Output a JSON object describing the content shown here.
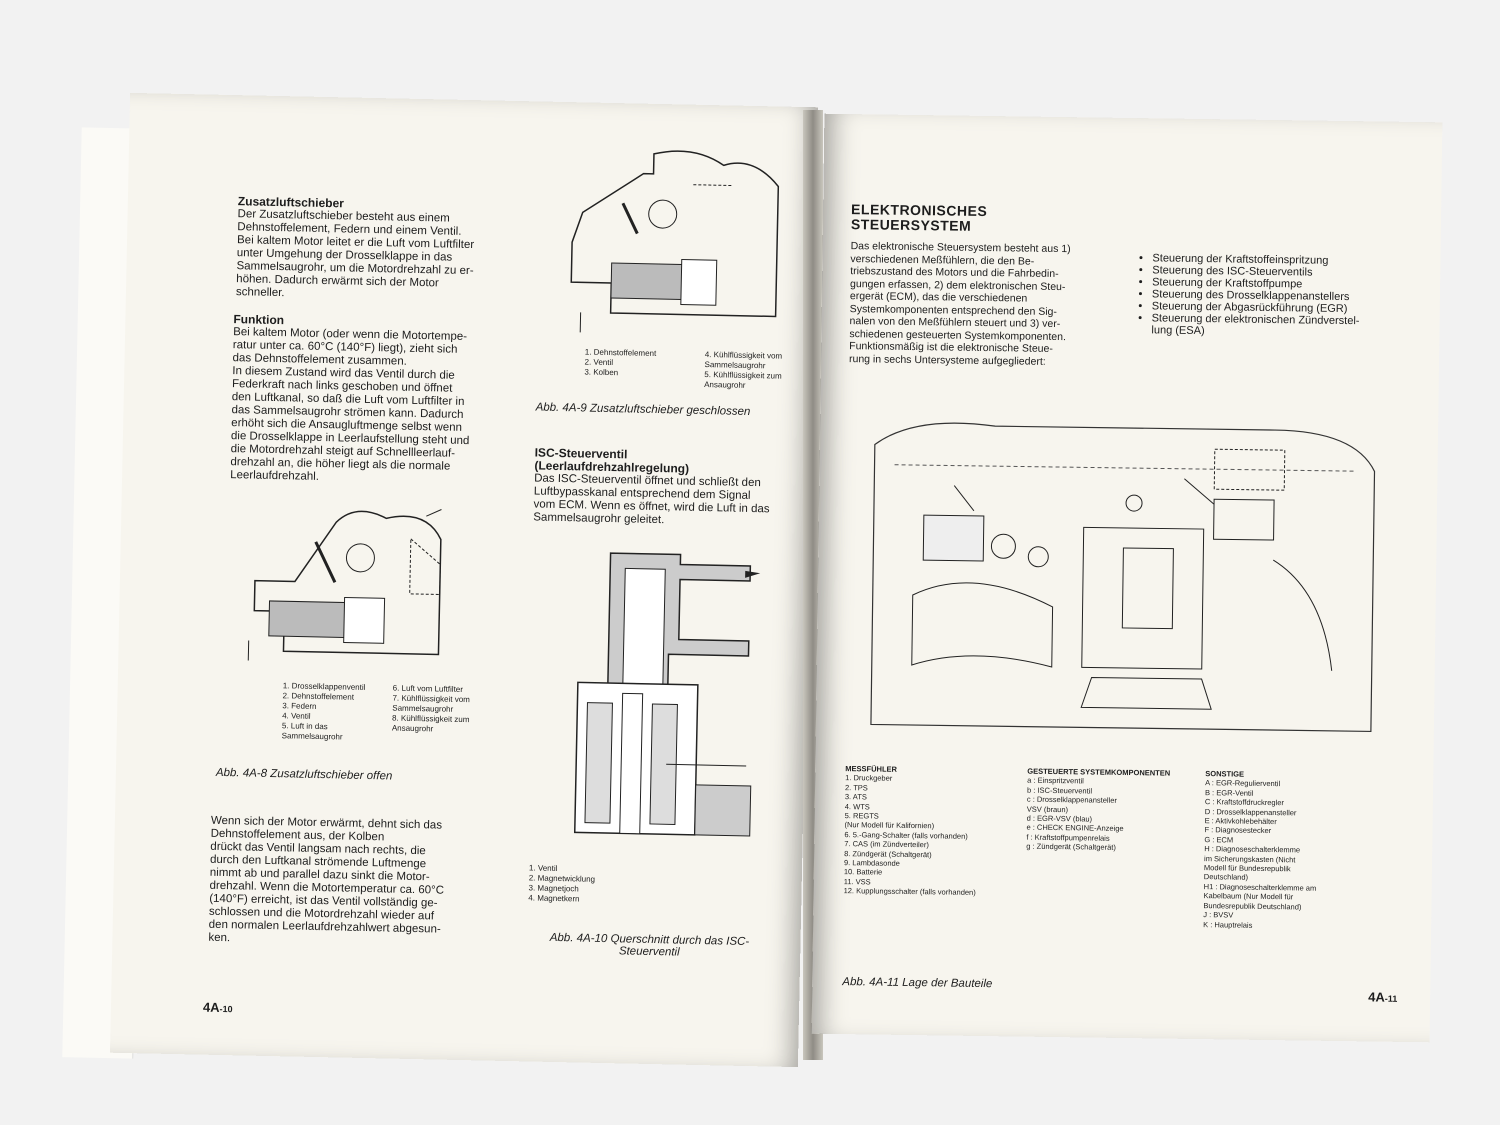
{
  "left_page": {
    "sec1": {
      "heading": "Zusatzluftschieber",
      "lines": [
        "Der Zusatzluftschieber besteht aus einem",
        "Dehnstoffelement, Federn und einem Ventil.",
        "Bei kaltem Motor leitet er die Luft vom Luftfilter",
        "unter Umgehung der Drosselklappe in das",
        "Sammelsaugrohr, um die Motordrehzahl zu er-",
        "höhen. Dadurch erwärmt sich der Motor",
        "schneller."
      ]
    },
    "sec2": {
      "heading": "Funktion",
      "lines": [
        "Bei kaltem Motor (oder wenn die Motortempe-",
        "ratur unter ca. 60°C (140°F) liegt), zieht sich",
        "das Dehnstoffelement zusammen.",
        "In diesem Zustand wird das Ventil durch die",
        "Federkraft nach links geschoben und öffnet",
        "den Luftkanal, so daß die Luft vom Luftfilter in",
        "das Sammelsaugrohr strömen kann. Dadurch",
        "erhöht sich die Ansaugluftmenge selbst wenn",
        "die Drosselklappe in Leerlaufstellung steht und",
        "die Motordrehzahl steigt auf Schnellleerlauf-",
        "drehzahl an, die höher liegt als die normale",
        "Leerlaufdrehzahl."
      ]
    },
    "fig8": {
      "legend_left": [
        "1. Drosselklappenventil",
        "2. Dehnstoffelement",
        "3. Federn",
        "4. Ventil",
        "5. Luft in das",
        "    Sammelsaugrohr"
      ],
      "legend_right": [
        "6. Luft vom Luftfilter",
        "7. Kühlflüssigkeit vom",
        "    Sammelsaugrohr",
        "8. Kühlflüssigkeit zum",
        "    Ansaugrohr"
      ],
      "caption": "Abb. 4A-8 Zusatzluftschieber offen"
    },
    "para3": {
      "lines": [
        "Wenn sich der Motor erwärmt, dehnt sich das",
        "Dehnstoffelement aus, der Kolben",
        "drückt das Ventil langsam nach rechts, die",
        "durch den Luftkanal strömende Luftmenge",
        "nimmt ab und parallel dazu sinkt die Motor-",
        "drehzahl. Wenn die Motortemperatur ca. 60°C",
        "(140°F) erreicht, ist das Ventil vollständig ge-",
        "schlossen und die Motordrehzahl wieder auf",
        "den normalen Leerlaufdrehzahlwert abgesun-",
        "ken."
      ]
    },
    "fig9": {
      "legend_left": [
        "1. Dehnstoffelement",
        "2. Ventil",
        "3. Kolben"
      ],
      "legend_right": [
        "4. Kühlflüssigkeit vom",
        "    Sammelsaugrohr",
        "5. Kühlflüssigkeit zum",
        "    Ansaugrohr"
      ],
      "caption": "Abb. 4A-9 Zusatzluftschieber geschlossen"
    },
    "isc": {
      "heading_lines": [
        "ISC-Steuerventil",
        "(Leerlaufdrehzahlregelung)"
      ],
      "lines": [
        "Das ISC-Steuerventil öffnet und schließt den",
        "Luftbypasskanal entsprechend dem Signal",
        "vom ECM. Wenn es öffnet, wird die Luft in das",
        "Sammelsaugrohr geleitet."
      ]
    },
    "fig10": {
      "legend": [
        "1. Ventil",
        "2. Magnetwicklung",
        "3. Magnetjoch",
        "4. Magnetkern"
      ],
      "caption_lines": [
        "Abb. 4A-10 Querschnitt durch das ISC-",
        "Steuerventil"
      ]
    },
    "page_number_main": "4A",
    "page_number_sub": "-10"
  },
  "right_page": {
    "heading_lines": [
      "ELEKTRONISCHES",
      "STEUERSYSTEM"
    ],
    "intro_lines": [
      "Das elektronische Steuersystem besteht aus 1)",
      "verschiedenen Meßfühlern, die den Be-",
      "triebszustand des Motors und die Fahrbedin-",
      "gungen erfassen, 2) dem elektronischen Steu-",
      "ergerät (ECM), das die verschiedenen",
      "Systemkomponenten entsprechend den Sig-",
      "nalen von den Meßfühlern steuert und 3) ver-",
      "schiedenen gesteuerten Systemkomponenten.",
      "Funktionsmäßig ist die elektronische Steue-",
      "rung in sechs Untersysteme aufgegliedert:"
    ],
    "bullets": [
      "Steuerung der Kraftstoffeinspritzung",
      "Steuerung des ISC-Steuerventils",
      "Steuerung der Kraftstoffpumpe",
      "Steuerung des Drosselklappenanstellers",
      "Steuerung der Abgasrückführung (EGR)",
      "Steuerung der elektronischen Zündverstel-\nlung (ESA)"
    ],
    "fig11": {
      "col1_title": "MESSFÜHLER",
      "col1": [
        "1. Druckgeber",
        "2. TPS",
        "3. ATS",
        "4. WTS",
        "5. REGTS",
        "   (Nur Modell für Kalifornien)",
        "6. 5.-Gang-Schalter (falls vorhanden)",
        "7. CAS (im Zündverteiler)",
        "8. Zündgerät (Schaltgerät)",
        "9. Lambdasonde",
        "10. Batterie",
        "11. VSS",
        "12. Kupplungsschalter (falls vorhanden)"
      ],
      "col2_title": "GESTEUERTE SYSTEMKOMPONENTEN",
      "col2": [
        "a : Einspritzventil",
        "b : ISC-Steuerventil",
        "c : Drosselklappenansteller",
        "    VSV (braun)",
        "d : EGR-VSV (blau)",
        "e : CHECK ENGINE-Anzeige",
        "f : Kraftstoffpumpenrelais",
        "g : Zündgerät (Schaltgerät)"
      ],
      "col3_title": "SONSTIGE",
      "col3": [
        "A : EGR-Regulierventil",
        "B : EGR-Ventil",
        "C : Kraftstoffdruckregler",
        "D : Drosselklappenansteller",
        "E : Aktivkohlebehälter",
        "F : Diagnosestecker",
        "G : ECM",
        "H : Diagnoseschalterklemme",
        "    im Sicherungskasten (Nicht",
        "    Modell für Bundesrepublik",
        "    Deutschland)",
        "H1 : Diagnoseschalterklemme am",
        "    Kabelbaum (Nur Modell für",
        "    Bundesrepublik Deutschland)",
        "J : BVSV",
        "K : Hauptrelais"
      ],
      "caption": "Abb. 4A-11 Lage der Bauteile"
    },
    "page_number_main": "4A",
    "page_number_sub": "-11"
  }
}
